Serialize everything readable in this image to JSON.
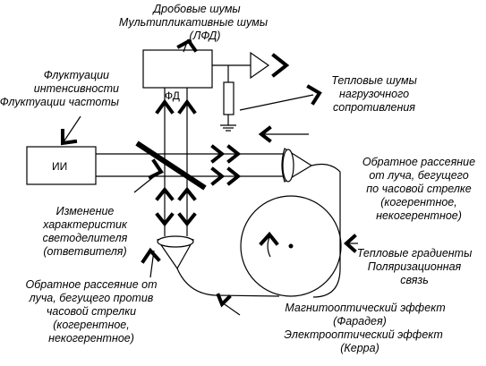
{
  "labels": {
    "shot_noise": "Дробовые шумы",
    "mult_noise": "Мультипликативные шумы",
    "lfd": "(ЛФД)",
    "fluct_intensity": "Флуктуации",
    "fluct_intensity2": "интенсивности",
    "fluct_freq": "Флуктуации частоты",
    "thermal_noise1": "Тепловые шумы",
    "thermal_noise2": "нагрузочного",
    "thermal_noise3": "сопротивления",
    "backscatter_cw1": "Обратное рассеяние",
    "backscatter_cw2": "от луча, бегущего",
    "backscatter_cw3": "по часовой стрелке",
    "backscatter_cw4": "(когерентное,",
    "backscatter_cw5": "некогерентное)",
    "splitter1": "Изменение",
    "splitter2": "характеристик",
    "splitter3": "светоделителя",
    "splitter4": "(ответвителя)",
    "thermal_grad": "Тепловые градиенты",
    "polarization1": "Поляризационная",
    "polarization2": "связь",
    "backscatter_ccw1": "Обратное рассеяние от",
    "backscatter_ccw2": "луча, бегущего против",
    "backscatter_ccw3": "часовой стрелки",
    "backscatter_ccw4": "(когерентное,",
    "backscatter_ccw5": "некогерентное)",
    "magneto1": "Магнитооптический эффект",
    "magneto2": "(Фарадея)",
    "electro1": "Электрооптический эффект",
    "electro2": "(Керра)"
  },
  "blocks": {
    "photodetector": "ФД",
    "source": "ИИ"
  }
}
